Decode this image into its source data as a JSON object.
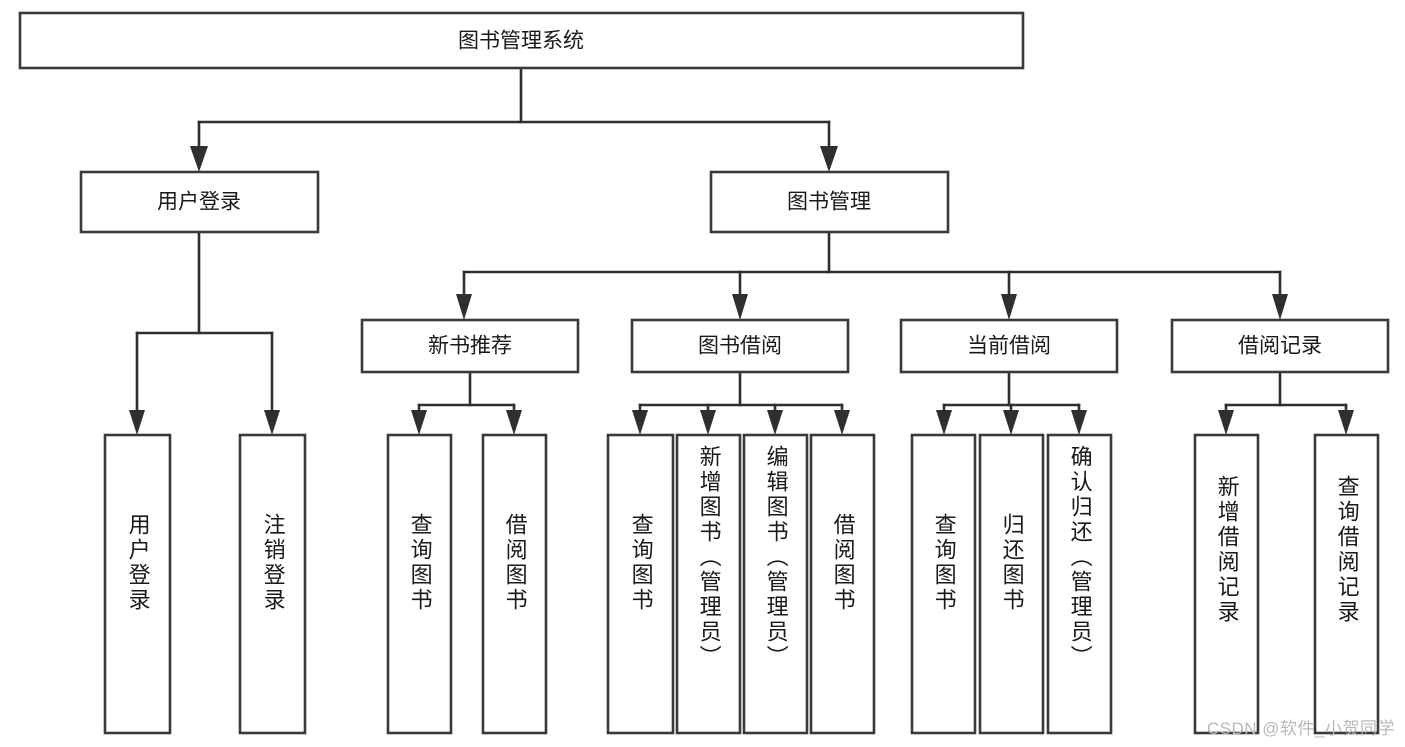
{
  "diagram": {
    "type": "tree-hierarchy",
    "title": "图书管理系统",
    "orientation": "top-down",
    "colors": {
      "box_stroke": "#3a3a3a",
      "box_fill": "#ffffff",
      "connector": "#2f2f2f",
      "text": "#1a1a1a",
      "background": "#ffffff",
      "watermark": "#b9b9b9"
    },
    "root": {
      "label": "图书管理系统"
    },
    "level2": [
      {
        "label": "用户登录"
      },
      {
        "label": "图书管理"
      }
    ],
    "level3": [
      {
        "label": "新书推荐"
      },
      {
        "label": "图书借阅"
      },
      {
        "label": "当前借阅"
      },
      {
        "label": "借阅记录"
      }
    ],
    "leaves": {
      "user_login": [
        {
          "label": "用户登录"
        },
        {
          "label": "注销登录"
        }
      ],
      "new_book_recommend": [
        {
          "label": "查询图书"
        },
        {
          "label": "借阅图书"
        }
      ],
      "book_borrow": [
        {
          "label": "查询图书"
        },
        {
          "label": "新增图书（管理员）"
        },
        {
          "label": "编辑图书（管理员）"
        },
        {
          "label": "借阅图书"
        }
      ],
      "current_borrow": [
        {
          "label": "查询图书"
        },
        {
          "label": "归还图书"
        },
        {
          "label": "确认归还（管理员）"
        }
      ],
      "borrow_records": [
        {
          "label": "新增借阅记录"
        },
        {
          "label": "查询借阅记录"
        }
      ]
    }
  },
  "watermark": {
    "text": "CSDN @软件_小贺同学"
  }
}
